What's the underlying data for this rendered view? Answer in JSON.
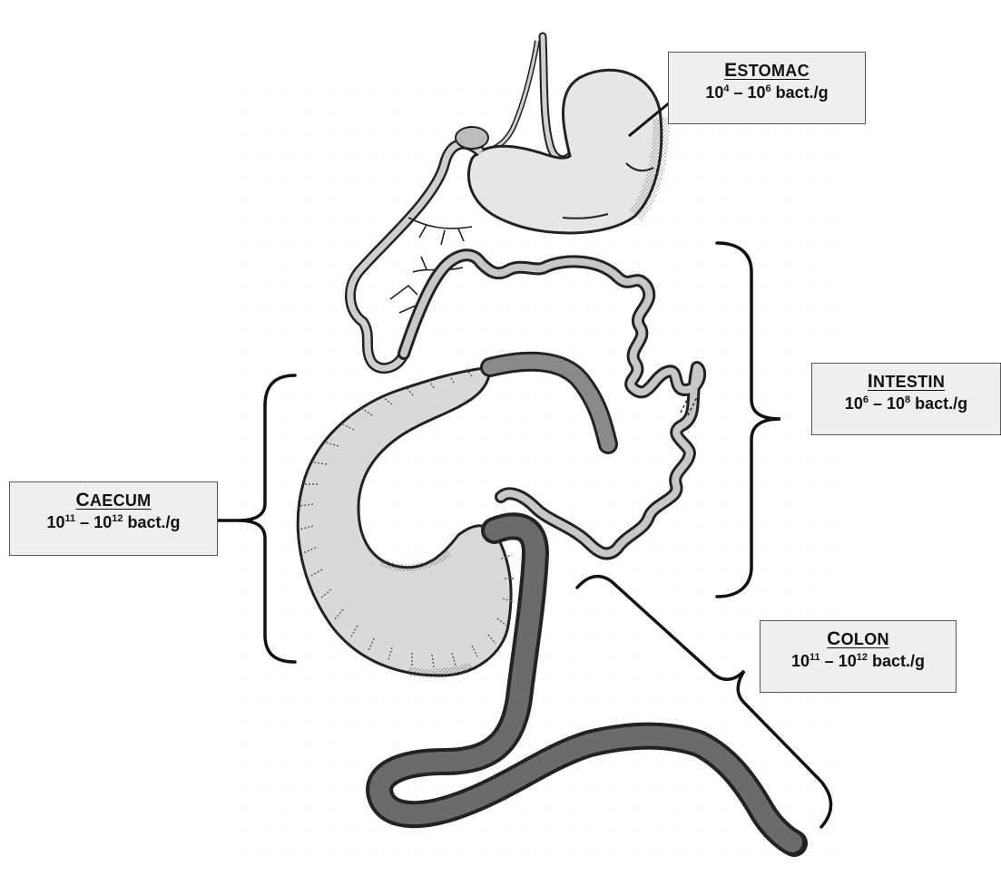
{
  "labels": {
    "estomac": {
      "title_first": "E",
      "title_rest": "STOMAC",
      "count_base1": "10",
      "count_exp1": "4",
      "count_sep": " – ",
      "count_base2": "10",
      "count_exp2": "6",
      "count_unit": " bact./g"
    },
    "intestin": {
      "title_first": "I",
      "title_rest": "NTESTIN",
      "count_base1": "10",
      "count_exp1": "6",
      "count_sep": " – ",
      "count_base2": "10",
      "count_exp2": "8",
      "count_unit": " bact./g"
    },
    "caecum": {
      "title_first": "C",
      "title_rest": "AECUM",
      "count_base1": "10",
      "count_exp1": "11",
      "count_sep": " – ",
      "count_base2": "10",
      "count_exp2": "12",
      "count_unit": " bact./g"
    },
    "colon": {
      "title_first": "C",
      "title_rest": "OLON",
      "count_base1": "10",
      "count_exp1": "11",
      "count_sep": " – ",
      "count_base2": "10",
      "count_exp2": "12",
      "count_unit": " bact./g"
    }
  },
  "colors": {
    "stomach_fill": "#e6e6e6",
    "small_intestine_fill": "#c8c8c8",
    "caecum_fill": "#d9d9d9",
    "colon_fill": "#6b6b6b",
    "outline": "#222222",
    "label_bg": "#efefef"
  }
}
